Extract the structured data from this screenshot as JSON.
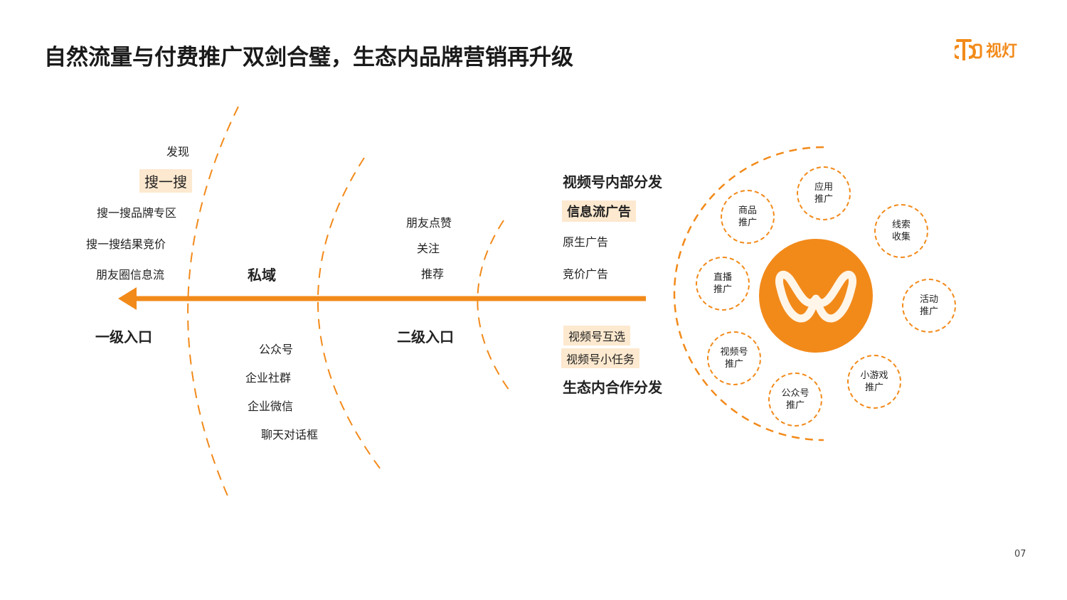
{
  "title": "自然流量与付费推广双剑合璧，生态内品牌营销再升级",
  "logo": {
    "text": "视灯",
    "icon": "lamp-logo-icon"
  },
  "page_number": "07",
  "colors": {
    "accent": "#f28a1a",
    "highlight_bg": "#fde9cf",
    "text": "#222222"
  },
  "primary_entry": {
    "label": "一级入口",
    "items": [
      "发现",
      "搜一搜",
      "搜一搜品牌专区",
      "搜一搜结果竞价",
      "朋友圈信息流"
    ]
  },
  "private_domain": {
    "label": "私域",
    "items": [
      "公众号",
      "企业社群",
      "企业微信",
      "聊天对话框"
    ]
  },
  "secondary_entry": {
    "label": "二级入口",
    "items": [
      "朋友点赞",
      "关注",
      "推荐"
    ]
  },
  "internal_distribution": {
    "label": "视频号内部分发",
    "items": [
      "信息流广告",
      "原生广告",
      "竞价广告"
    ]
  },
  "ecosystem_distribution": {
    "label": "生态内合作分发",
    "items": [
      "视频号互选",
      "视频号小任务"
    ]
  },
  "channels": {
    "center_icon": "wechat-channels-logo-icon",
    "items": [
      {
        "line1": "应用",
        "line2": "推广"
      },
      {
        "line1": "线索",
        "line2": "收集"
      },
      {
        "line1": "活动",
        "line2": "推广"
      },
      {
        "line1": "小游戏",
        "line2": "推广"
      },
      {
        "line1": "公众号",
        "line2": "推广"
      },
      {
        "line1": "视频号",
        "line2": "推广"
      },
      {
        "line1": "直播",
        "line2": "推广"
      },
      {
        "line1": "商品",
        "line2": "推广"
      }
    ]
  }
}
